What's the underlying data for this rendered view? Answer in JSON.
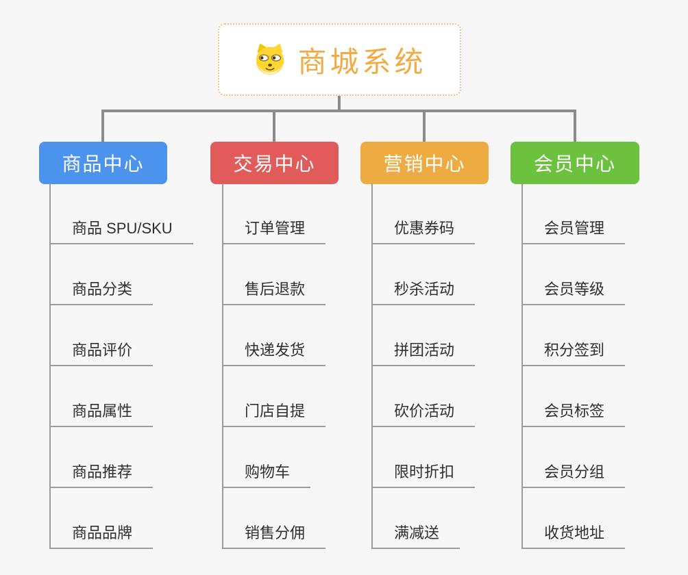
{
  "root": {
    "title": "商城系统",
    "icon": "dog-face-icon",
    "title_color": "#F0AB44",
    "border_color": "#F2C483",
    "background": "#FFFFFF"
  },
  "connector_color": "#8B8B8B",
  "leaf_line_color": "#9B9B9B",
  "page_background": "#F7F7F7",
  "branches": [
    {
      "label": "商品中心",
      "color": "#4B93EC",
      "children": [
        "商品 SPU/SKU",
        "商品分类",
        "商品评价",
        "商品属性",
        "商品推荐",
        "商品品牌"
      ]
    },
    {
      "label": "交易中心",
      "color": "#E25B5B",
      "children": [
        "订单管理",
        "售后退款",
        "快递发货",
        "门店自提",
        "购物车",
        "销售分佣"
      ]
    },
    {
      "label": "营销中心",
      "color": "#EEAB41",
      "children": [
        "优惠券码",
        "秒杀活动",
        "拼团活动",
        "砍价活动",
        "限时折扣",
        "满减送"
      ]
    },
    {
      "label": "会员中心",
      "color": "#6CC13E",
      "children": [
        "会员管理",
        "会员等级",
        "积分签到",
        "会员标签",
        "会员分组",
        "收货地址"
      ]
    }
  ]
}
